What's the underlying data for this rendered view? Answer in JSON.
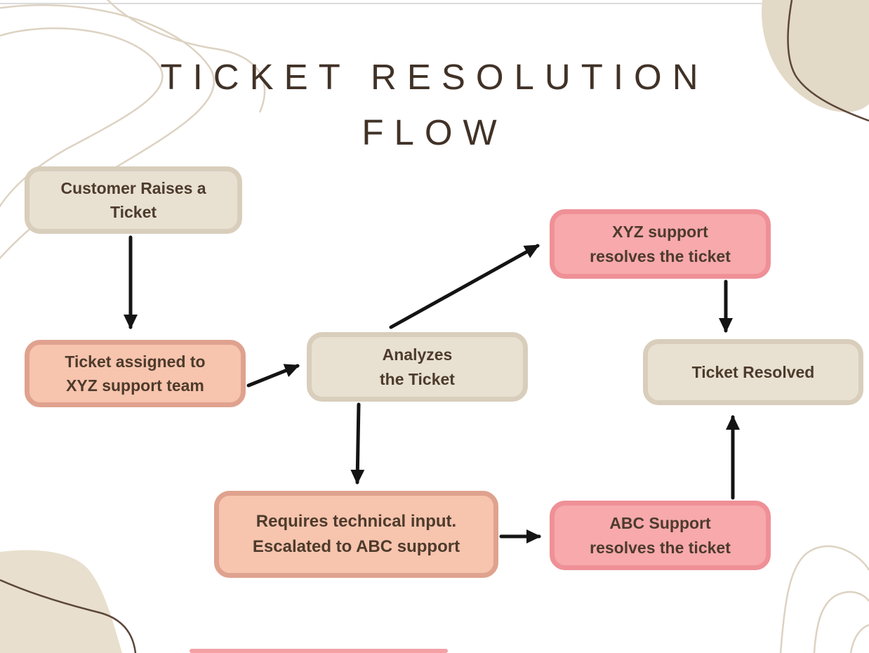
{
  "title": {
    "line1": "TICKET RESOLUTION",
    "line2": "FLOW"
  },
  "nodes": [
    {
      "id": "customer-raises-ticket",
      "style": "beige",
      "lines": [
        "Customer Raises a",
        "Ticket"
      ]
    },
    {
      "id": "ticket-assigned-xyz",
      "style": "salmon",
      "lines": [
        "Ticket assigned to",
        "XYZ support team"
      ]
    },
    {
      "id": "analyzes-ticket",
      "style": "beige",
      "lines": [
        "Analyzes",
        "the Ticket"
      ]
    },
    {
      "id": "xyz-resolves-ticket",
      "style": "pink",
      "lines": [
        "XYZ support",
        "resolves the ticket"
      ]
    },
    {
      "id": "ticket-resolved",
      "style": "beige",
      "lines": [
        "Ticket Resolved"
      ]
    },
    {
      "id": "requires-escalation",
      "style": "salmon",
      "lines": [
        "Requires technical input.",
        "Escalated to ABC support"
      ]
    },
    {
      "id": "abc-resolves-ticket",
      "style": "pink",
      "lines": [
        "ABC Support",
        "resolves the ticket"
      ]
    }
  ],
  "edges": [
    {
      "from": "customer-raises-ticket",
      "to": "ticket-assigned-xyz"
    },
    {
      "from": "ticket-assigned-xyz",
      "to": "analyzes-ticket"
    },
    {
      "from": "analyzes-ticket",
      "to": "xyz-resolves-ticket"
    },
    {
      "from": "xyz-resolves-ticket",
      "to": "ticket-resolved"
    },
    {
      "from": "analyzes-ticket",
      "to": "requires-escalation"
    },
    {
      "from": "requires-escalation",
      "to": "abc-resolves-ticket"
    },
    {
      "from": "abc-resolves-ticket",
      "to": "ticket-resolved"
    }
  ],
  "palette": {
    "background": "#ffffff",
    "title_text": "#413227",
    "node_text": "#4d3b2c",
    "node_beige_fill": "#e8e1d2",
    "node_beige_border": "#d8cebb",
    "node_salmon_fill": "#f7c4ae",
    "node_salmon_border": "#dfa28e",
    "node_pink_fill": "#f7a9ac",
    "node_pink_border": "#ef9097",
    "arrow": "#141414",
    "decor_contour": "#ddd2c2",
    "decor_blob": "#e3d9c7",
    "decor_squiggle": "#5c463a",
    "bottom_bar": "#f3a1a5"
  }
}
